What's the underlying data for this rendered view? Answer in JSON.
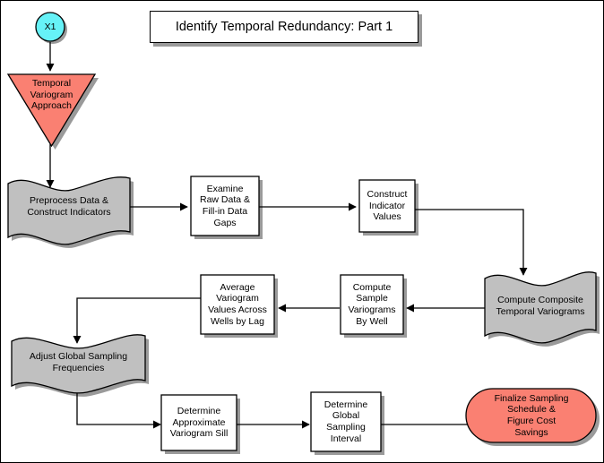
{
  "diagram": {
    "title": "Identify Temporal Redundancy: Part 1",
    "colors": {
      "start_circle_fill": "#66f2f7",
      "decision_fill": "#fa8072",
      "terminator_fill": "#fa8072",
      "document_fill": "#c0c0c0",
      "process_fill": "#ffffff",
      "stroke": "#000000",
      "shadow": "#9a9a9a",
      "background": "#ffffff"
    },
    "nodes": [
      {
        "id": "start",
        "shape": "circle",
        "label": "X1"
      },
      {
        "id": "approach",
        "shape": "inverted-triangle",
        "label": "Temporal\nVariogram\nApproach"
      },
      {
        "id": "preprocess",
        "shape": "document-wave",
        "label": "Preprocess Data &\nConstruct Indicators"
      },
      {
        "id": "examine",
        "shape": "rectangle",
        "label": "Examine\nRaw Data &\nFill-in Data\nGaps"
      },
      {
        "id": "construct",
        "shape": "rectangle",
        "label": "Construct\nIndicator\nValues"
      },
      {
        "id": "composite",
        "shape": "document-wave",
        "label": "Compute Composite\nTemporal Variograms"
      },
      {
        "id": "sample-variograms",
        "shape": "rectangle",
        "label": "Compute\nSample\nVariograms\nBy Well"
      },
      {
        "id": "average",
        "shape": "rectangle",
        "label": "Average\nVariogram\nValues Across\nWells by Lag"
      },
      {
        "id": "adjust",
        "shape": "document-wave",
        "label": "Adjust Global Sampling\nFrequencies"
      },
      {
        "id": "sill",
        "shape": "rectangle",
        "label": "Determine\nApproximate\nVariogram Sill"
      },
      {
        "id": "interval",
        "shape": "rectangle",
        "label": "Determine\nGlobal\nSampling\nInterval"
      },
      {
        "id": "finalize",
        "shape": "terminator",
        "label": "Finalize Sampling\nSchedule &\nFigure Cost\nSavings"
      }
    ],
    "edges": [
      {
        "from": "start",
        "to": "approach"
      },
      {
        "from": "approach",
        "to": "preprocess"
      },
      {
        "from": "preprocess",
        "to": "examine"
      },
      {
        "from": "examine",
        "to": "construct"
      },
      {
        "from": "construct",
        "to": "composite"
      },
      {
        "from": "composite",
        "to": "sample-variograms"
      },
      {
        "from": "sample-variograms",
        "to": "average"
      },
      {
        "from": "average",
        "to": "adjust"
      },
      {
        "from": "adjust",
        "to": "sill"
      },
      {
        "from": "sill",
        "to": "interval"
      },
      {
        "from": "interval",
        "to": "finalize"
      }
    ]
  }
}
